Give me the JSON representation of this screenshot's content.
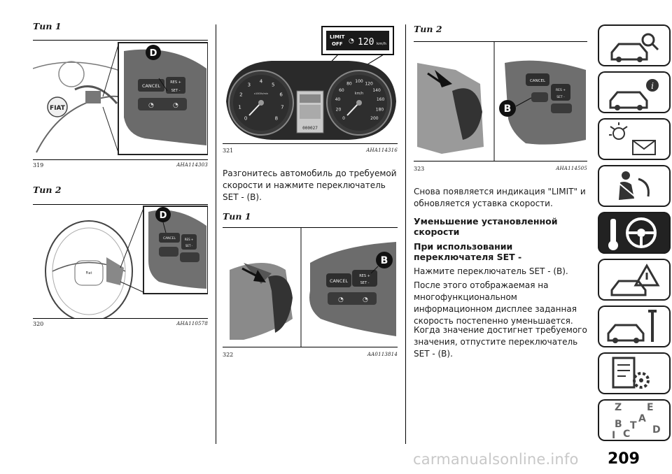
{
  "col1": {
    "heading_type1": "Тип 1",
    "fig319": {
      "num": "319",
      "code": "AHA114303",
      "callout": "D",
      "btn_cancel": "CANCEL",
      "btn_res": "RES +",
      "btn_set": "SET -"
    },
    "heading_type2": "Тип 2",
    "fig320": {
      "num": "320",
      "code": "AHA110578",
      "callout": "D",
      "btn_cancel": "CANCEL",
      "btn_res": "RES +",
      "btn_set": "SET -"
    }
  },
  "col2": {
    "fig321": {
      "num": "321",
      "code": "AHA114316",
      "lcd_limit": "LIMIT",
      "lcd_off": "OFF",
      "lcd_speed": "120",
      "lcd_unit": "km/h",
      "odo": "000027",
      "tach_label": "x1000r/min",
      "tach_ticks": [
        "0",
        "1",
        "2",
        "3",
        "4",
        "5",
        "6",
        "7",
        "8"
      ],
      "speed_ticks": [
        "0",
        "20",
        "40",
        "60",
        "80",
        "100",
        "120",
        "140",
        "160",
        "180",
        "200"
      ],
      "speed_unit": "km/h"
    },
    "para1": "Разгонитесь автомобиль до требуемой скорости и нажмите переключатель SET - (B).",
    "heading_type1": "Тип 1",
    "fig322": {
      "num": "322",
      "code": "AA0113814",
      "callout": "B",
      "btn_cancel": "CANCEL",
      "btn_res": "RES +",
      "btn_set": "SET -"
    }
  },
  "col3": {
    "heading_type2": "Тип 2",
    "fig323": {
      "num": "323",
      "code": "AHA114505",
      "callout": "B",
      "btn_cancel": "CANCEL",
      "btn_res": "RES +",
      "btn_set": "SET -"
    },
    "para1": "Снова появляется индикация \"LIMIT\" и обновляется уставка скорости.",
    "subhead1": "Уменьшение установленной скорости",
    "subhead2": "При использовании переключателя SET -",
    "para2": "Нажмите переключатель SET - (B).",
    "para3": "После этого отображаемая на многофункциональном информационном дисплее заданная скорость постепенно уменьшается.",
    "para4": "Когда значение достигнет требуемого значения, отпустите переключатель SET - (B)."
  },
  "sidebar": {
    "tabs": [
      {
        "icon": "car-search-icon",
        "active": false
      },
      {
        "icon": "car-info-icon",
        "active": false
      },
      {
        "icon": "warning-lights-message-icon",
        "active": false
      },
      {
        "icon": "seatbelt-airbag-icon",
        "active": false
      },
      {
        "icon": "key-steering-wheel-icon",
        "active": true
      },
      {
        "icon": "warning-triangle-car-icon",
        "active": false
      },
      {
        "icon": "car-tools-icon",
        "active": false
      },
      {
        "icon": "specifications-gear-icon",
        "active": false
      },
      {
        "icon": "alphabetical-index-icon",
        "active": false
      }
    ],
    "index_letters": [
      "Z",
      "E",
      "A",
      "B",
      "C",
      "D",
      "I",
      "T"
    ]
  },
  "page_number": "209",
  "watermark": "carmanualsonline.info"
}
